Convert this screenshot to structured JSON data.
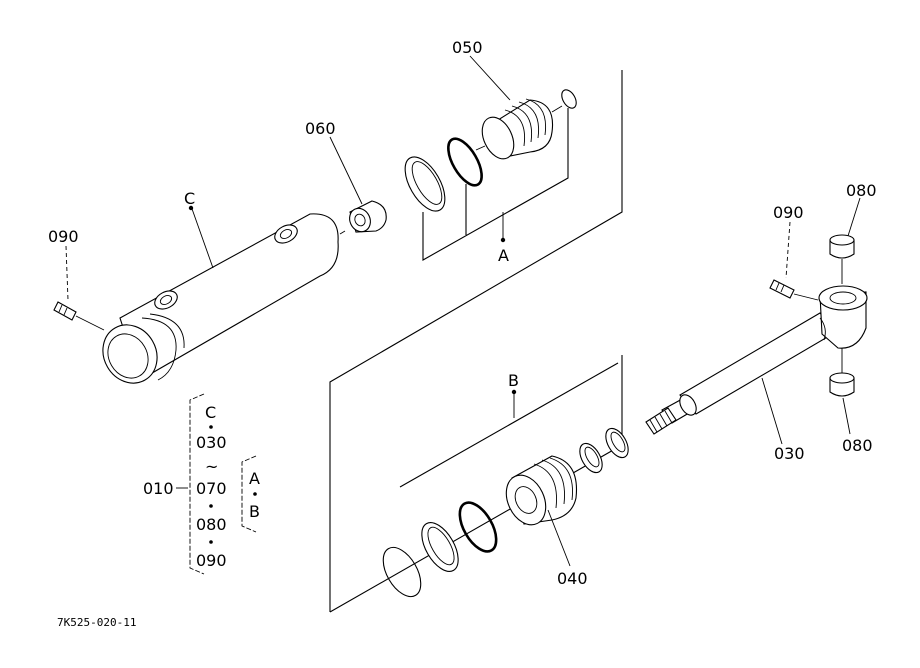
{
  "labels": {
    "part_050": "050",
    "part_060": "060",
    "part_c": "C",
    "part_090_left": "090",
    "part_a": "A",
    "part_090_right": "090",
    "part_080_top": "080",
    "part_b": "B",
    "part_030": "030",
    "part_080_bottom": "080",
    "part_040": "040",
    "part_010": "010"
  },
  "assembly_list": {
    "items": [
      "C",
      "030",
      "~",
      "070",
      "080",
      "090"
    ],
    "sub_items": [
      "A",
      "B"
    ]
  },
  "footer": {
    "drawing_code": "7K525-020-11"
  }
}
